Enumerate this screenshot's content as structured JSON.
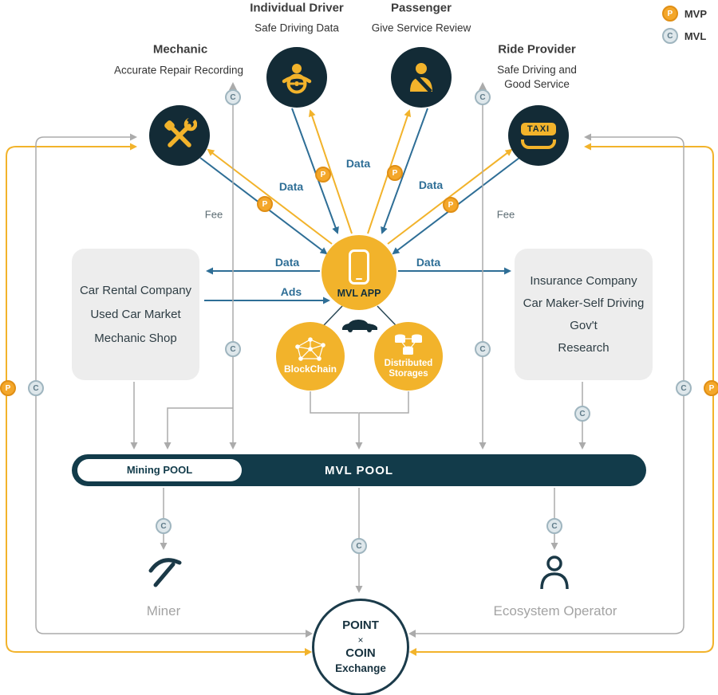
{
  "legend": {
    "mvp": {
      "symbol": "P",
      "label": "MVP"
    },
    "mvl": {
      "symbol": "C",
      "label": "MVL"
    }
  },
  "actors": {
    "mechanic": {
      "title": "Mechanic",
      "subtitle": "Accurate Repair Recording"
    },
    "individual_driver": {
      "title": "Individual Driver",
      "subtitle": "Safe Driving Data"
    },
    "passenger": {
      "title": "Passenger",
      "subtitle": "Give Service Review"
    },
    "ride_provider": {
      "title": "Ride Provider",
      "subtitle": "Safe Driving and Good Service"
    }
  },
  "center": {
    "app_label": "MVL APP",
    "blockchain_label": "BlockChain",
    "storage_label": "Distributed Storages",
    "taxi_sign": "TAXI"
  },
  "left_box": {
    "items": [
      "Car Rental Company",
      "Used Car Market",
      "Mechanic Shop"
    ]
  },
  "right_box": {
    "items": [
      "Insurance Company",
      "Car Maker-Self Driving",
      "Gov't",
      "Research"
    ]
  },
  "pool": {
    "mining_label": "Mining POOL",
    "mvl_label": "MVL POOL"
  },
  "bottom": {
    "miner_label": "Miner",
    "operator_label": "Ecosystem Operator",
    "exchange_lines": [
      "POINT",
      "×",
      "COIN",
      "Exchange"
    ]
  },
  "labels": {
    "data": "Data",
    "ads": "Ads",
    "fee": "Fee",
    "p": "P",
    "c": "C"
  },
  "colors": {
    "accent_yellow": "#F2B32B",
    "node_navy": "#132B36",
    "pool_navy": "#123B4A",
    "arrow_blue": "#2E6E96",
    "line_gray": "#ABABAB",
    "coin_mvp": "#F4A72A",
    "coin_mvl": "#DEE7EB"
  }
}
